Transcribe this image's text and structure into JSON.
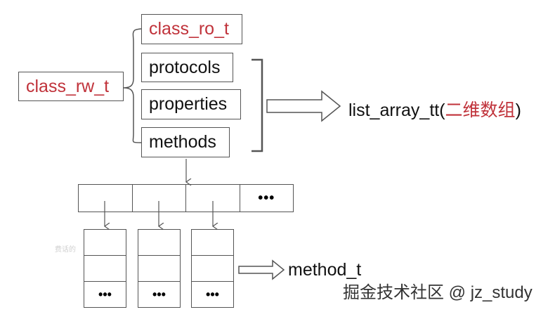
{
  "struct": {
    "root": "class_rw_t",
    "ro": "class_ro_t",
    "members": [
      "protocols",
      "properties",
      "methods"
    ]
  },
  "result": {
    "prefix": "list_array_tt(",
    "highlight": "二维数组",
    "suffix": ")"
  },
  "array_cells": [
    "",
    "",
    "",
    "•••"
  ],
  "column_cells": [
    "",
    "",
    "•••"
  ],
  "method_label": "method_t",
  "watermark": "掘金技术社区 @ jz_study",
  "faint_text": "费话的",
  "colors": {
    "accent": "#c0323a",
    "line": "#555555"
  }
}
